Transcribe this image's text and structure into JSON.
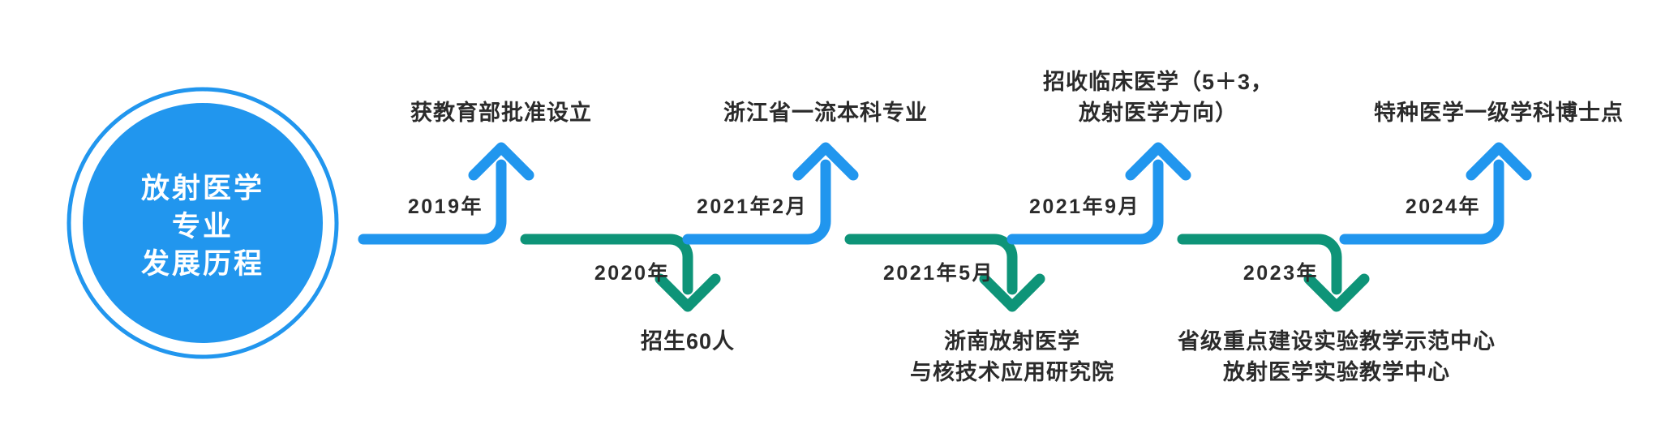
{
  "palette": {
    "blue": "#2196EE",
    "green": "#0E9478",
    "text": "#2b2b2b",
    "hub_text": "#ffffff",
    "background": "#ffffff"
  },
  "hub": {
    "name": "radiation-medicine-hub",
    "lines": [
      "放射医学",
      "专业",
      "发展历程"
    ]
  },
  "timeline": {
    "events": [
      {
        "id": "event-2019",
        "direction": "up",
        "color": "blue",
        "year": "2019年",
        "title_lines": [
          "获教育部批准设立"
        ]
      },
      {
        "id": "event-2020",
        "direction": "down",
        "color": "green",
        "year": "2020年",
        "title_lines": [
          "招生60人"
        ]
      },
      {
        "id": "event-2021-02",
        "direction": "up",
        "color": "blue",
        "year": "2021年2月",
        "title_lines": [
          "浙江省一流本科专业"
        ]
      },
      {
        "id": "event-2021-05",
        "direction": "down",
        "color": "green",
        "year": "2021年5月",
        "title_lines": [
          "浙南放射医学",
          "与核技术应用研究院"
        ]
      },
      {
        "id": "event-2021-09",
        "direction": "up",
        "color": "blue",
        "year": "2021年9月",
        "title_lines": [
          "招收临床医学（5＋3，",
          "放射医学方向）"
        ]
      },
      {
        "id": "event-2023",
        "direction": "down",
        "color": "green",
        "year": "2023年",
        "title_lines": [
          "省级重点建设实验教学示范中心",
          "放射医学实验教学中心"
        ]
      },
      {
        "id": "event-2024",
        "direction": "up",
        "color": "blue",
        "year": "2024年",
        "title_lines": [
          "特种医学一级学科博士点"
        ]
      }
    ]
  }
}
